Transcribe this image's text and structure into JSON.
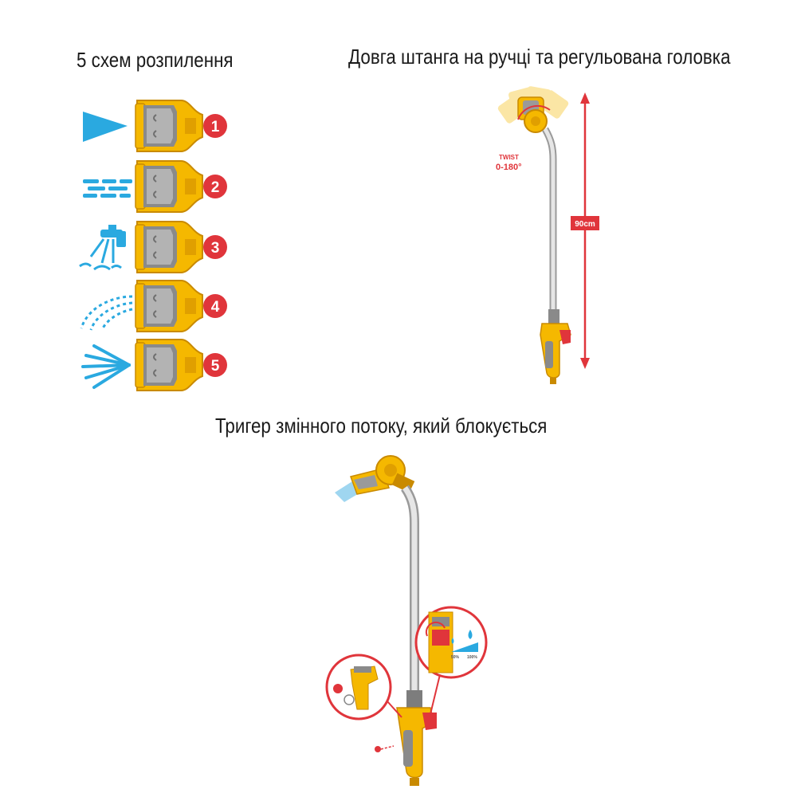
{
  "headings": {
    "spray_patterns": "5 схем розпилення",
    "long_wand": "Довга штанга на ручці та регульована головка",
    "trigger": "Тригер змінного потоку, який блокується"
  },
  "spray_patterns": [
    {
      "number": "1",
      "icon": "jet-cone-icon"
    },
    {
      "number": "2",
      "icon": "flat-streams-icon"
    },
    {
      "number": "3",
      "icon": "tap-shower-icon"
    },
    {
      "number": "4",
      "icon": "mist-arc-icon"
    },
    {
      "number": "5",
      "icon": "fan-spray-icon"
    }
  ],
  "wand_diagram": {
    "twist_label": "TWIST",
    "twist_range": "0-180°",
    "length_label": "90cm"
  },
  "trigger_diagram": {
    "flow_low": "50%",
    "flow_high": "100%"
  },
  "colors": {
    "blue": "#2aa9e0",
    "yellow": "#f5b800",
    "grey": "#9a9a9a",
    "red": "#e0353b"
  }
}
